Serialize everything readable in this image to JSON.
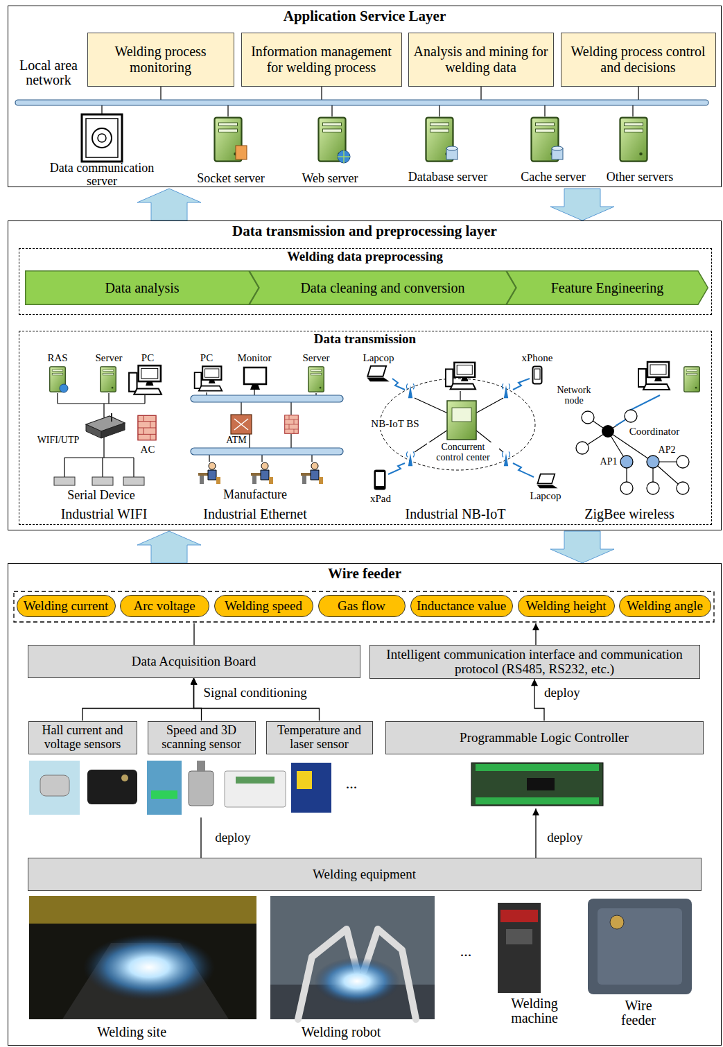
{
  "diagram": {
    "nodes": [
      {
        "text": [
          "Application Service Layer"
        ]
      },
      {
        "text": [
          "Welding process monitoring"
        ],
        "in": 0
      },
      {
        "text": [
          "Information management for welding process"
        ],
        "in": 0
      },
      {
        "text": [
          "Analysis and mining for welding data"
        ],
        "in": 0
      },
      {
        "text": [
          "Welding process control and decisions"
        ],
        "in": 0
      },
      {
        "text": [
          "Data transmission and preprocessing layer"
        ]
      },
      {
        "text": [
          "Welding data preprocessing"
        ],
        "in": 5
      },
      {
        "text": [
          "Data analysis"
        ],
        "in": 6
      },
      {
        "text": [
          "Data cleaning and conversion"
        ],
        "in": 6
      },
      {
        "text": [
          "Feature Engineering"
        ],
        "in": 6
      },
      {
        "text": [
          "Data transmission"
        ],
        "in": 5
      },
      {
        "text": [
          "Wire feeder"
        ]
      },
      {
        "text": [
          "Welding current"
        ],
        "in": 11
      },
      {
        "text": [
          "Arc voltage"
        ],
        "in": 11
      },
      {
        "text": [
          "Welding speed"
        ],
        "in": 11
      },
      {
        "text": [
          "Gas flow"
        ],
        "in": 11
      },
      {
        "text": [
          "Inductance value"
        ],
        "in": 11
      },
      {
        "text": [
          "Welding height"
        ],
        "in": 11
      },
      {
        "text": [
          "Welding angle"
        ],
        "in": 11
      },
      {
        "text": [
          "Data Acquisition Board"
        ],
        "in": 11
      },
      {
        "text": [
          "Intelligent communication interface and communication protocol (RS485, RS232, etc.)"
        ],
        "in": 11
      },
      {
        "text": [
          "Hall current and voltage sensors"
        ],
        "in": 11
      },
      {
        "text": [
          "Speed and 3D scanning sensor"
        ],
        "in": 11
      },
      {
        "text": [
          "Temperature and laser sensor"
        ],
        "in": 11
      },
      {
        "text": [
          "Programmable Logic Controller"
        ],
        "in": 11
      },
      {
        "text": [
          "Welding equipment"
        ],
        "in": 11
      }
    ],
    "edges": [
      {
        "from": 21,
        "to": 19,
        "arrow": "to"
      },
      {
        "from": 22,
        "to": 19,
        "label": "Signal conditioning",
        "arrow": "to"
      },
      {
        "from": 23,
        "to": 19,
        "arrow": "to"
      },
      {
        "from": 24,
        "to": 20,
        "label": "deploy",
        "arrow": "to"
      }
    ],
    "labels": [
      "Local area network",
      "Data communication server",
      "Socket server",
      "Web server",
      "Database server",
      "Cache server",
      "Other servers",
      "RAS",
      "Server",
      "PC",
      "WIFI/UTP",
      "AC",
      "Serial Device",
      "Industrial WIFI",
      "PC",
      "Monitor",
      "Server",
      "ATM",
      "Manufacture",
      "Industrial Ethernet",
      "Lapcop",
      "xPhone",
      "NB-IoT BS",
      "Concurrent control center",
      "xPad",
      "Lapcop",
      "Industrial NB-IoT",
      "Network node",
      "Coordinator",
      "AP1",
      "AP2",
      "ZigBee wireless",
      "...",
      "deploy",
      "deploy",
      "...",
      "Welding site",
      "Welding robot",
      "Welding machine",
      "Wire feeder"
    ]
  }
}
